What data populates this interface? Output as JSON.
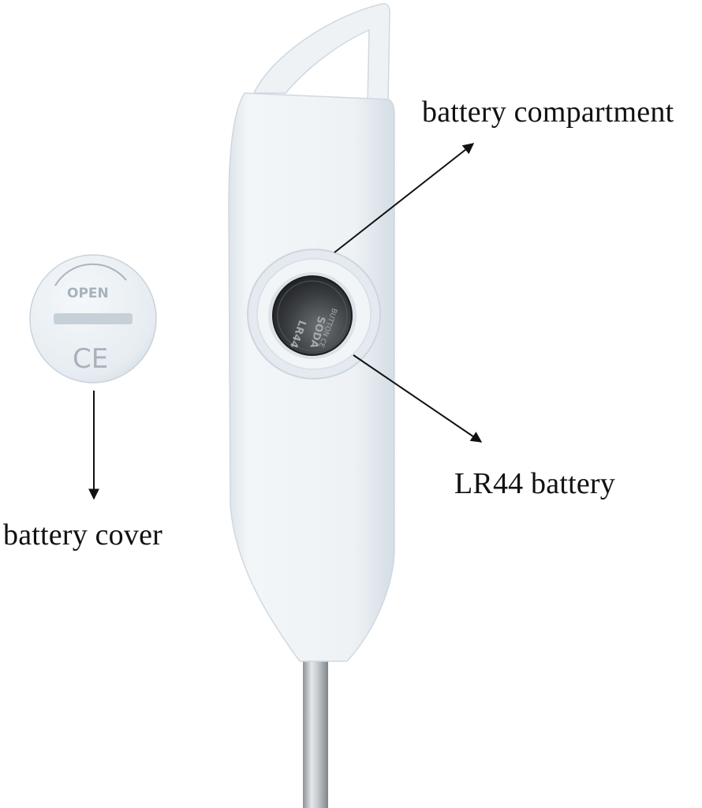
{
  "labels": {
    "battery_compartment": "battery compartment",
    "lr44_battery": "LR44 battery",
    "battery_cover": "battery cover"
  },
  "cover": {
    "open_text": "OPEN",
    "ce_mark": "CE"
  },
  "battery": {
    "line1": "LR44",
    "line2": "SODA",
    "line3": "BUTTON CE"
  },
  "colors": {
    "background": "#ffffff",
    "plastic": "#eef2f5",
    "plastic_shadow": "#d2dbe3",
    "battery_metal": "#3a3d40",
    "probe_steel": "#b9bdc1",
    "arrow": "#111111"
  }
}
